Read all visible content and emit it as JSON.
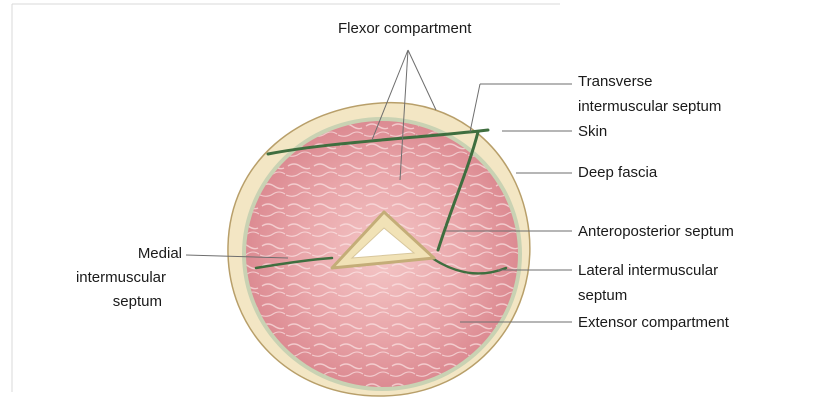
{
  "figure": {
    "labels": {
      "flexor_compartment": "Flexor compartment",
      "transverse_septum_line1": "Transverse",
      "transverse_septum_line2": "intermuscular septum",
      "skin": "Skin",
      "deep_fascia": "Deep fascia",
      "anteroposterior_septum": "Anteroposterior septum",
      "lateral_septum_line1": "Lateral intermuscular",
      "lateral_septum_line2": "septum",
      "extensor_compartment": "Extensor compartment",
      "medial_septum_line1": "Medial",
      "medial_septum_line2": "intermuscular",
      "medial_septum_line3": "septum"
    },
    "colors": {
      "skin": "#f3e6c4",
      "skin_edge": "#b89f6a",
      "fascia": "#c9d2b3",
      "muscle": "#d9848c",
      "muscle_light": "#f4c7c7",
      "septum": "#3f6e3f",
      "bone": "#f1e2b6",
      "marrow": "#ffffff"
    },
    "icons": [
      "arm-cross-section-illustration"
    ]
  }
}
